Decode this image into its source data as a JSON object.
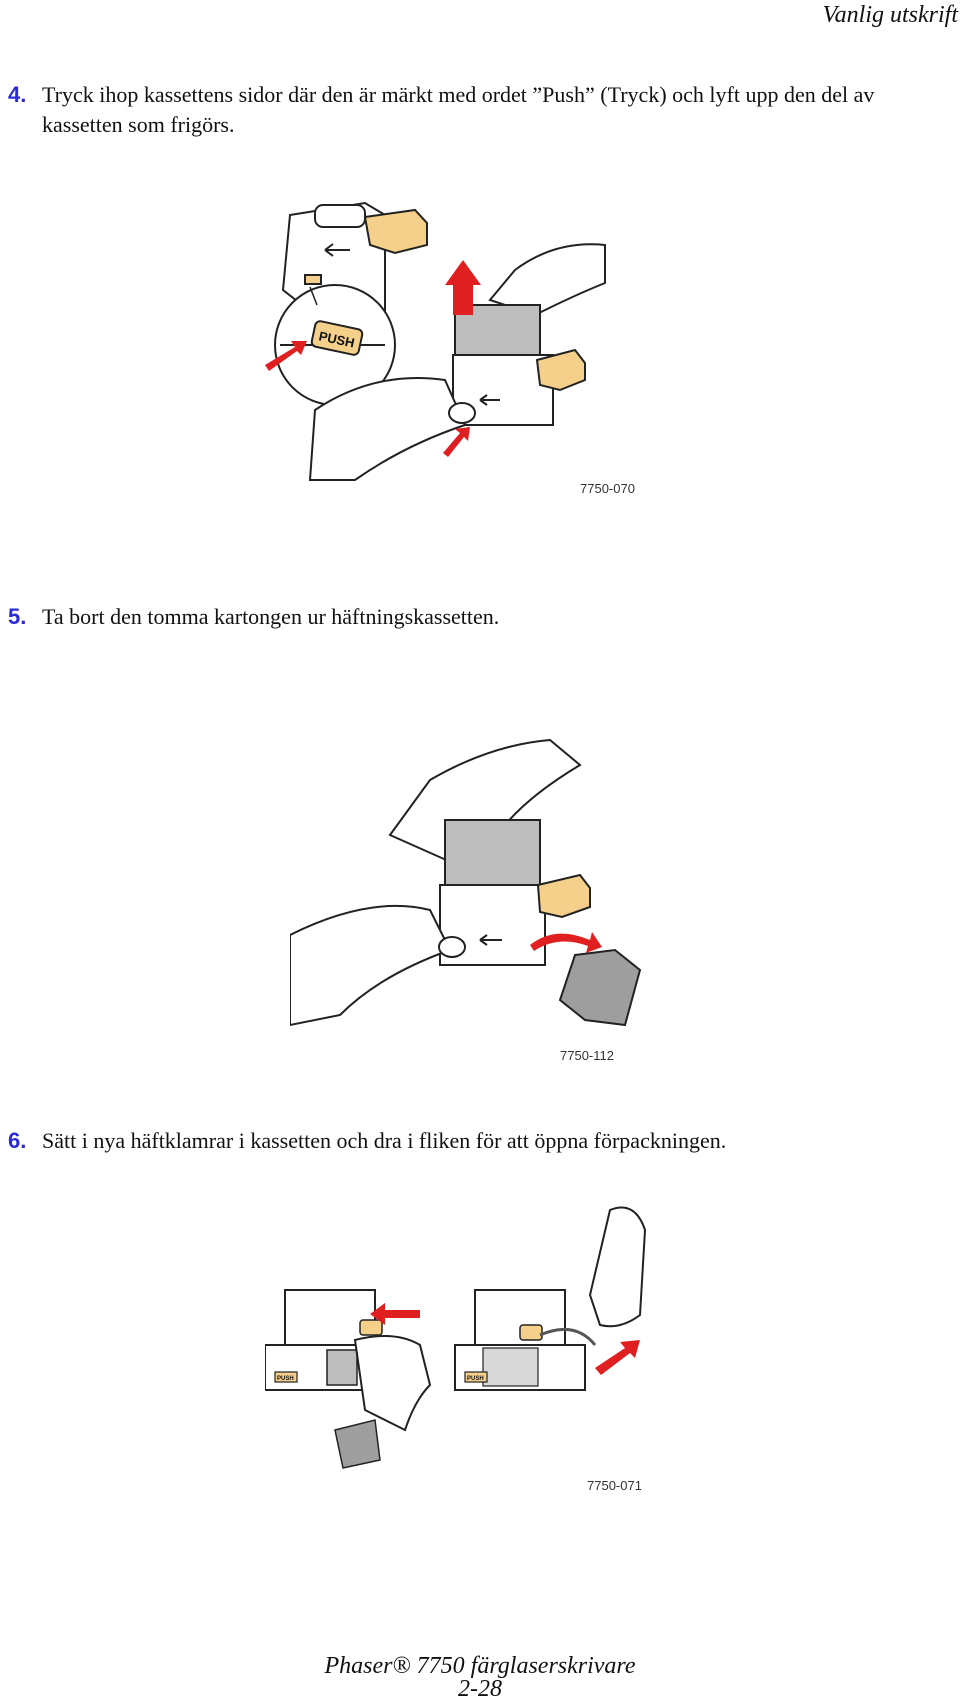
{
  "header": {
    "title": "Vanlig utskrift"
  },
  "steps": [
    {
      "num": "4.",
      "text": "Tryck ihop kassettens sidor där den är märkt med ordet ”Push” (Tryck) och lyft upp den del av kassetten som frigörs."
    },
    {
      "num": "5.",
      "text": "Ta bort den tomma kartongen ur häftningskassetten."
    },
    {
      "num": "6.",
      "text": "Sätt i nya häftklamrar i kassetten och dra i fliken för att öppna förpackningen."
    }
  ],
  "figures": [
    {
      "code": "7750-070",
      "push_label": "PUSH"
    },
    {
      "code": "7750-112"
    },
    {
      "code": "7750-071",
      "push_label": "PUSH"
    }
  ],
  "footer": {
    "product": "Phaser® 7750 färglaserskrivare",
    "page": "2-28"
  },
  "colors": {
    "step_number": "#2a2ad6",
    "arrow": "#e02020",
    "tab": "#f5d08a",
    "cartridge_gray": "#bdbdbd"
  }
}
